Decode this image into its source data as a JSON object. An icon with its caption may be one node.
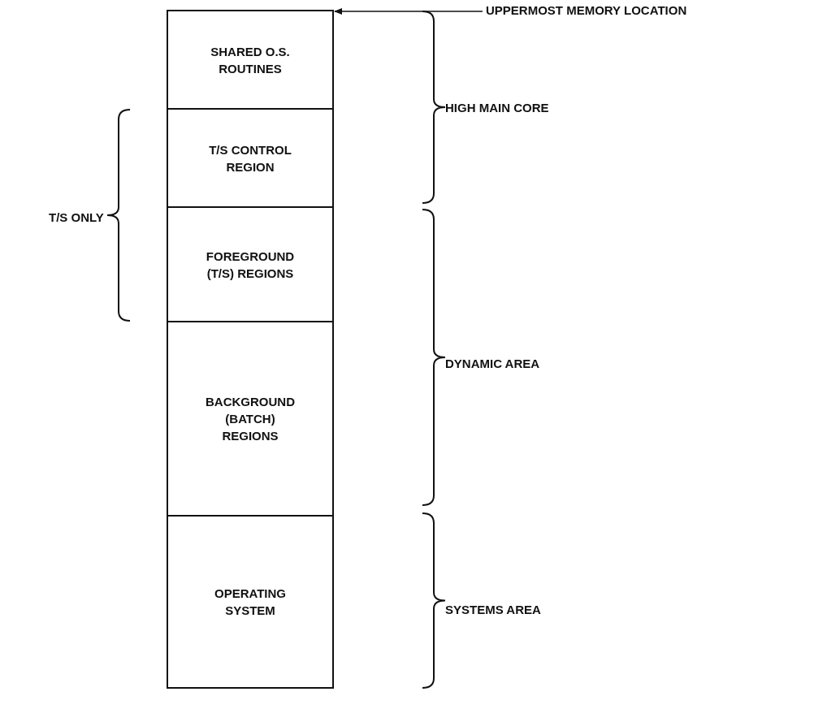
{
  "diagram": {
    "nodes": [
      {
        "text": [
          "SHARED O.S. ROUTINES"
        ]
      },
      {
        "text": [
          "T/S CONTROL REGION"
        ]
      },
      {
        "text": [
          "FOREGROUND (T/S) REGIONS"
        ]
      },
      {
        "text": [
          "BACKGROUND (BATCH) REGIONS"
        ]
      },
      {
        "text": [
          "OPERATING SYSTEM"
        ]
      },
      {
        "text": [
          "UPPERMOST MEMORY LOCATION"
        ]
      }
    ],
    "edges": [
      {
        "from": 5,
        "to": 0,
        "arrow": "to"
      }
    ],
    "labels": [
      "HIGH MAIN CORE",
      "T/S ONLY",
      "DYNAMIC AREA",
      "SYSTEMS AREA"
    ]
  }
}
